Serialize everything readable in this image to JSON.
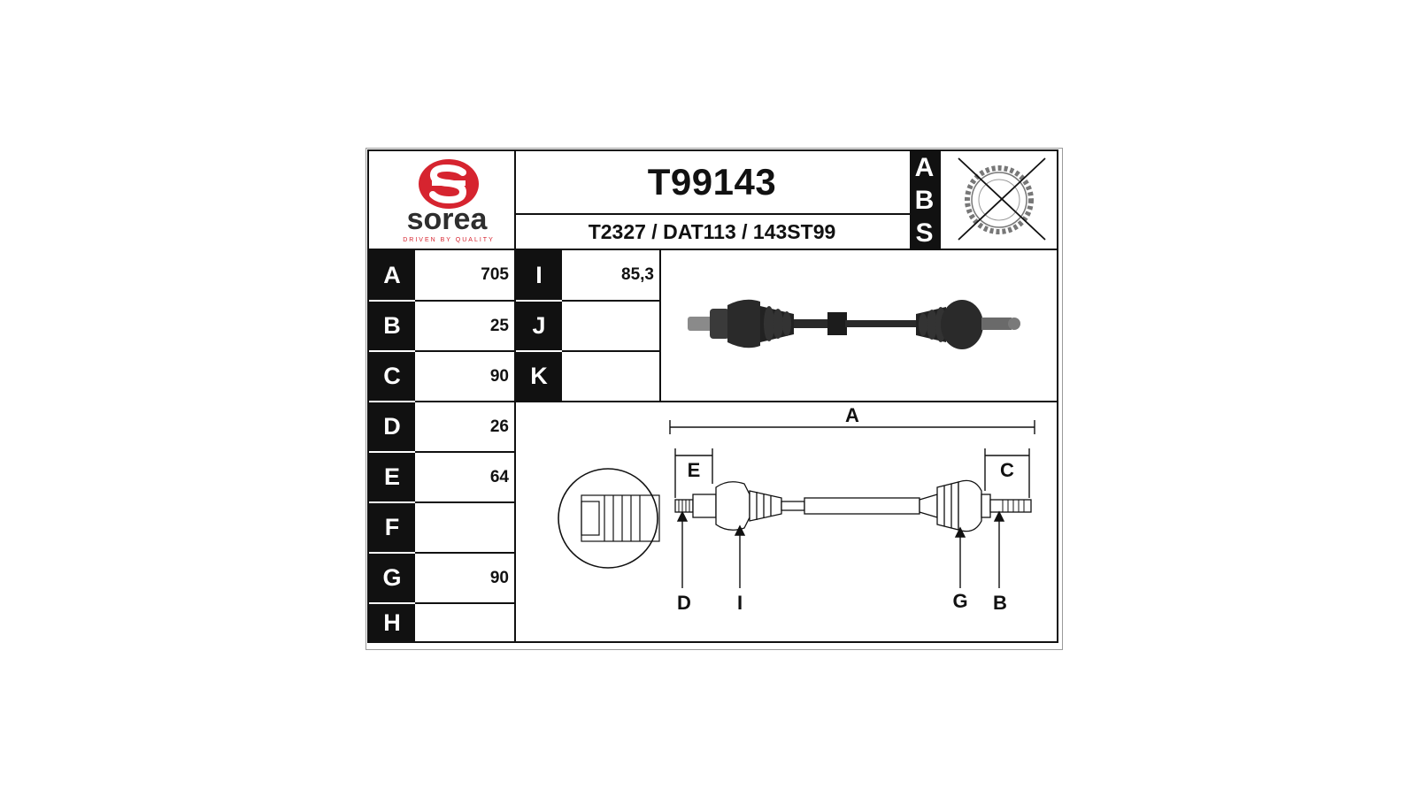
{
  "header": {
    "brand_name": "sorea",
    "brand_tagline": "DRIVEN BY QUALITY",
    "part_number": "T99143",
    "cross_references": "T2327 / DAT113 / 143ST99",
    "abs_letters": [
      "A",
      "B",
      "S"
    ]
  },
  "dimensions_left": [
    {
      "label": "A",
      "value": "705"
    },
    {
      "label": "B",
      "value": "25"
    },
    {
      "label": "C",
      "value": "90"
    },
    {
      "label": "D",
      "value": "26"
    },
    {
      "label": "E",
      "value": "64"
    },
    {
      "label": "F",
      "value": ""
    },
    {
      "label": "G",
      "value": "90"
    },
    {
      "label": "H",
      "value": ""
    }
  ],
  "dimensions_right": [
    {
      "label": "I",
      "value": "85,3"
    },
    {
      "label": "J",
      "value": ""
    },
    {
      "label": "K",
      "value": ""
    }
  ],
  "diagram_labels": {
    "a": "A",
    "e": "E",
    "c": "C",
    "d": "D",
    "i": "I",
    "g": "G",
    "b": "B"
  },
  "colors": {
    "brand_red": "#d6242f",
    "brand_dark": "#2e2e2e",
    "ink": "#111111"
  }
}
